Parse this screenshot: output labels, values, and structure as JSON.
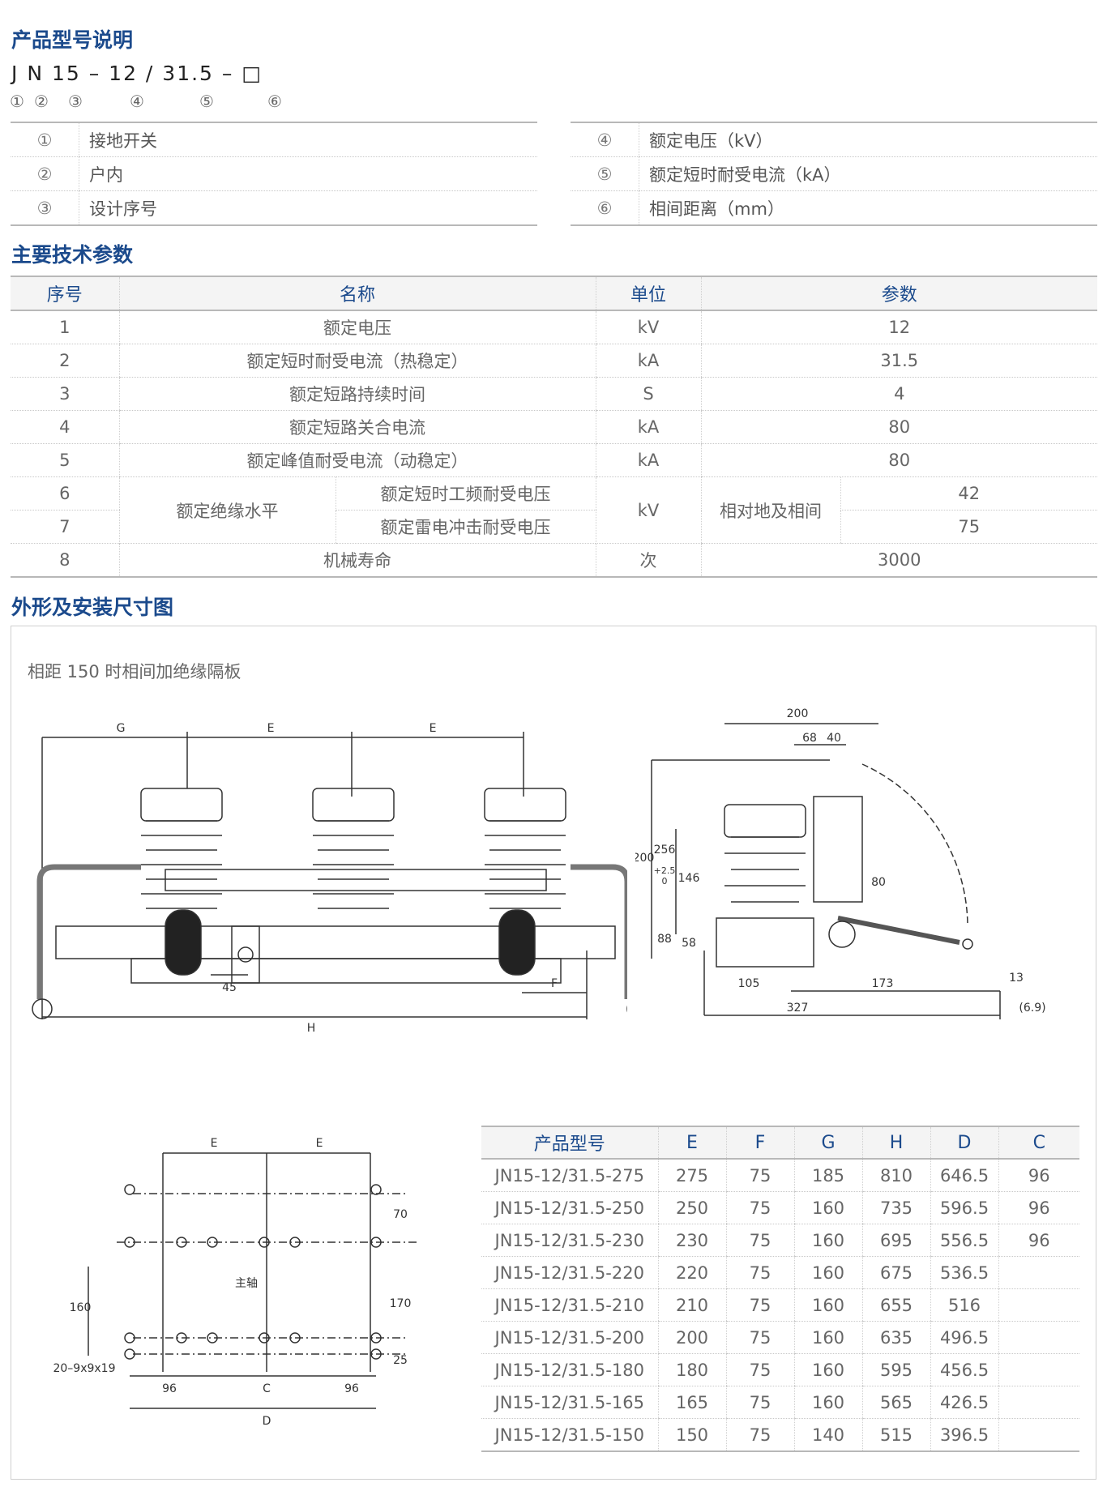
{
  "section1": {
    "title": "产品型号说明",
    "model_code": "J N 15 – 12 / 31.5 – □",
    "markers": [
      "①",
      "②",
      "③",
      "④",
      "⑤",
      "⑥"
    ],
    "legend_left": [
      {
        "num": "①",
        "text": "接地开关"
      },
      {
        "num": "②",
        "text": "户内"
      },
      {
        "num": "③",
        "text": "设计序号"
      }
    ],
    "legend_right": [
      {
        "num": "④",
        "text": "额定电压（kV）"
      },
      {
        "num": "⑤",
        "text": "额定短时耐受电流（kA）"
      },
      {
        "num": "⑥",
        "text": "相间距离（mm）"
      }
    ]
  },
  "section2": {
    "title": "主要技术参数",
    "headers": [
      "序号",
      "名称",
      "单位",
      "参数"
    ],
    "rows": [
      {
        "no": "1",
        "name": "额定电压",
        "unit": "kV",
        "value": "12"
      },
      {
        "no": "2",
        "name": "额定短时耐受电流（热稳定）",
        "unit": "kA",
        "value": "31.5"
      },
      {
        "no": "3",
        "name": "额定短路持续时间",
        "unit": "S",
        "value": "4"
      },
      {
        "no": "4",
        "name": "额定短路关合电流",
        "unit": "kA",
        "value": "80"
      },
      {
        "no": "5",
        "name": "额定峰值耐受电流（动稳定）",
        "unit": "kA",
        "value": "80"
      }
    ],
    "insulation": {
      "no6": "6",
      "no7": "7",
      "group": "额定绝缘水平",
      "item6": "额定短时工频耐受电压",
      "item7": "额定雷电冲击耐受电压",
      "unit": "kV",
      "condition": "相对地及相间",
      "value6": "42",
      "value7": "75"
    },
    "last": {
      "no": "8",
      "name": "机械寿命",
      "unit": "次",
      "value": "3000"
    }
  },
  "section3": {
    "title": "外形及安装尺寸图",
    "note": "相距 150 时相间加绝缘隔板",
    "front_labels": {
      "g": "G",
      "e1": "E",
      "e2": "E",
      "d45": "45",
      "f": "F",
      "h": "H"
    },
    "side_labels": {
      "d200": "200",
      "d68": "68",
      "d40": "40",
      "d256": "256",
      "tol": "+2.5",
      "tol0": "0",
      "d146": "146",
      "d80": "80",
      "d88": "88",
      "d58": "58",
      "d13": "13",
      "d105": "105",
      "d173": "173",
      "d327": "327",
      "d69": "(6.9)"
    },
    "plan_labels": {
      "e1": "E",
      "e2": "E",
      "d70": "70",
      "zhou": "主轴",
      "d170": "170",
      "d160": "160",
      "d25": "25",
      "hole": "20–9x9x19",
      "d96a": "96",
      "c": "C",
      "d96b": "96",
      "d": "D"
    },
    "dims_table": {
      "headers": [
        "产品型号",
        "E",
        "F",
        "G",
        "H",
        "D",
        "C"
      ],
      "rows": [
        [
          "JN15-12/31.5-275",
          "275",
          "75",
          "185",
          "810",
          "646.5",
          "96"
        ],
        [
          "JN15-12/31.5-250",
          "250",
          "75",
          "160",
          "735",
          "596.5",
          "96"
        ],
        [
          "JN15-12/31.5-230",
          "230",
          "75",
          "160",
          "695",
          "556.5",
          "96"
        ],
        [
          "JN15-12/31.5-220",
          "220",
          "75",
          "160",
          "675",
          "536.5",
          ""
        ],
        [
          "JN15-12/31.5-210",
          "210",
          "75",
          "160",
          "655",
          "516",
          ""
        ],
        [
          "JN15-12/31.5-200",
          "200",
          "75",
          "160",
          "635",
          "496.5",
          ""
        ],
        [
          "JN15-12/31.5-180",
          "180",
          "75",
          "160",
          "595",
          "456.5",
          ""
        ],
        [
          "JN15-12/31.5-165",
          "165",
          "75",
          "160",
          "565",
          "426.5",
          ""
        ],
        [
          "JN15-12/31.5-150",
          "150",
          "75",
          "140",
          "515",
          "396.5",
          ""
        ]
      ]
    }
  }
}
